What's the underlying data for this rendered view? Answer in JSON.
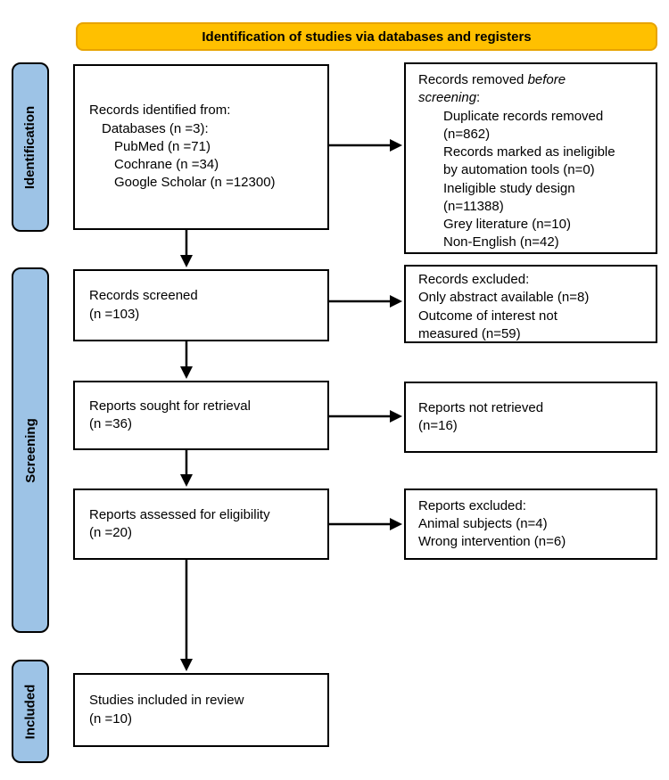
{
  "banner": {
    "title": "Identification of studies via databases and registers"
  },
  "colors": {
    "banner_fill": "#FFC000",
    "banner_border": "#E7A300",
    "stage_fill": "#9DC3E6",
    "box_border": "#000000",
    "arrow": "#000000",
    "text": "#000000"
  },
  "stages": {
    "identification": "Identification",
    "screening": "Screening",
    "included": "Included"
  },
  "flow": {
    "records_identified": {
      "line1": "Records identified from:",
      "line2": "Databases (n =3):",
      "line3": "PubMed (n =71)",
      "line4": "Cochrane (n =34)",
      "line5": "Google Scholar (n =12300)"
    },
    "records_removed": {
      "title_prefix": "Records removed ",
      "title_italic": "before\nscreening",
      "title_suffix": ":",
      "item1": "Duplicate records removed\n(n=862)",
      "item2": "Records marked as ineligible\nby automation tools (n=0)",
      "item3": "Ineligible study design\n(n=11388)",
      "item4": "Grey literature (n=10)",
      "item5": "Non-English (n=42)"
    },
    "records_screened": {
      "text": "Records screened\n(n =103)"
    },
    "records_excluded": {
      "title": "Records excluded:",
      "item1": "Only abstract available (n=8)",
      "item2": "Outcome of interest not\nmeasured (n=59)"
    },
    "reports_sought": {
      "text": "Reports sought for retrieval\n(n =36)"
    },
    "reports_not_retrieved": {
      "text": "Reports not retrieved\n(n=16)"
    },
    "reports_assessed": {
      "text": "Reports assessed for eligibility\n(n =20)"
    },
    "reports_excluded": {
      "title": "Reports excluded:",
      "item1": "Animal subjects (n=4)",
      "item2": "Wrong intervention (n=6)"
    },
    "studies_included": {
      "text": "Studies included in review\n(n =10)"
    }
  }
}
